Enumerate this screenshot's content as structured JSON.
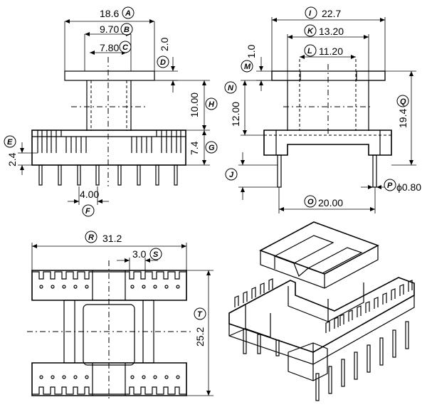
{
  "dims": {
    "A": "18.6",
    "B": "9.70",
    "C": "7.80",
    "D": "2.0",
    "E": "2.4",
    "F": "4.00",
    "G": "7.4",
    "H": "10.00",
    "I": "22.7",
    "K": "13.20",
    "L": "11.20",
    "M": "1.0",
    "N": "12.00",
    "Q": "19.4",
    "J": "",
    "P": "ϕ0.80",
    "O": "20.00",
    "R": "31.2",
    "S": "3.0",
    "T": "25.2"
  },
  "labels": {
    "A": "A",
    "B": "B",
    "C": "C",
    "D": "D",
    "E": "E",
    "F": "F",
    "G": "G",
    "H": "H",
    "I": "I",
    "J": "J",
    "K": "K",
    "L": "L",
    "M": "M",
    "N": "N",
    "O": "O",
    "P": "P",
    "Q": "Q",
    "R": "R",
    "S": "S",
    "T": "T"
  }
}
